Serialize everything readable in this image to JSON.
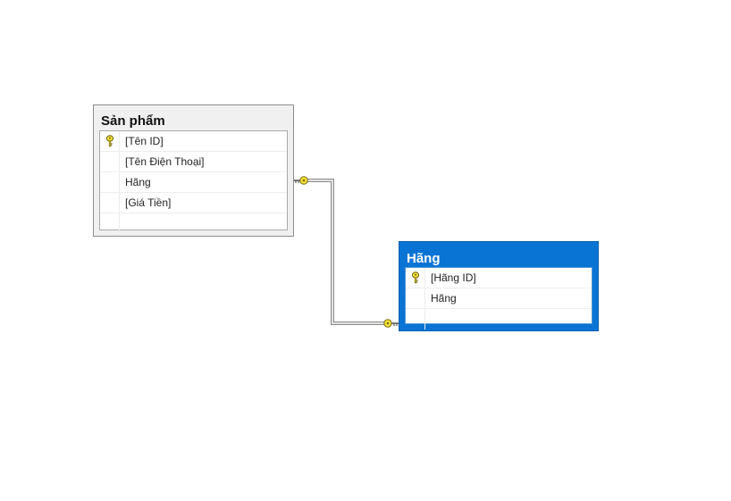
{
  "colors": {
    "selected_table": "#0a74d4",
    "table_background": "#f0f0f0",
    "key_icon": "#f2e23a",
    "connector": "#7a7a7a"
  },
  "tables": [
    {
      "name": "Sản phẩm",
      "selected": false,
      "columns": [
        {
          "name": "[Tên ID]",
          "primary_key": true,
          "icon": "key-icon"
        },
        {
          "name": "[Tên Điện Thoại]",
          "primary_key": false
        },
        {
          "name": "Hãng",
          "primary_key": false
        },
        {
          "name": "[Giá Tiền]",
          "primary_key": false
        }
      ]
    },
    {
      "name": "Hãng",
      "selected": true,
      "columns": [
        {
          "name": "[Hãng ID]",
          "primary_key": true,
          "icon": "key-icon"
        },
        {
          "name": "Hãng",
          "primary_key": false
        }
      ]
    }
  ],
  "relationship": {
    "from_table": "Sản phẩm",
    "to_table": "Hãng",
    "from_end_icon": "key-icon",
    "to_end_icon": "key-icon"
  }
}
